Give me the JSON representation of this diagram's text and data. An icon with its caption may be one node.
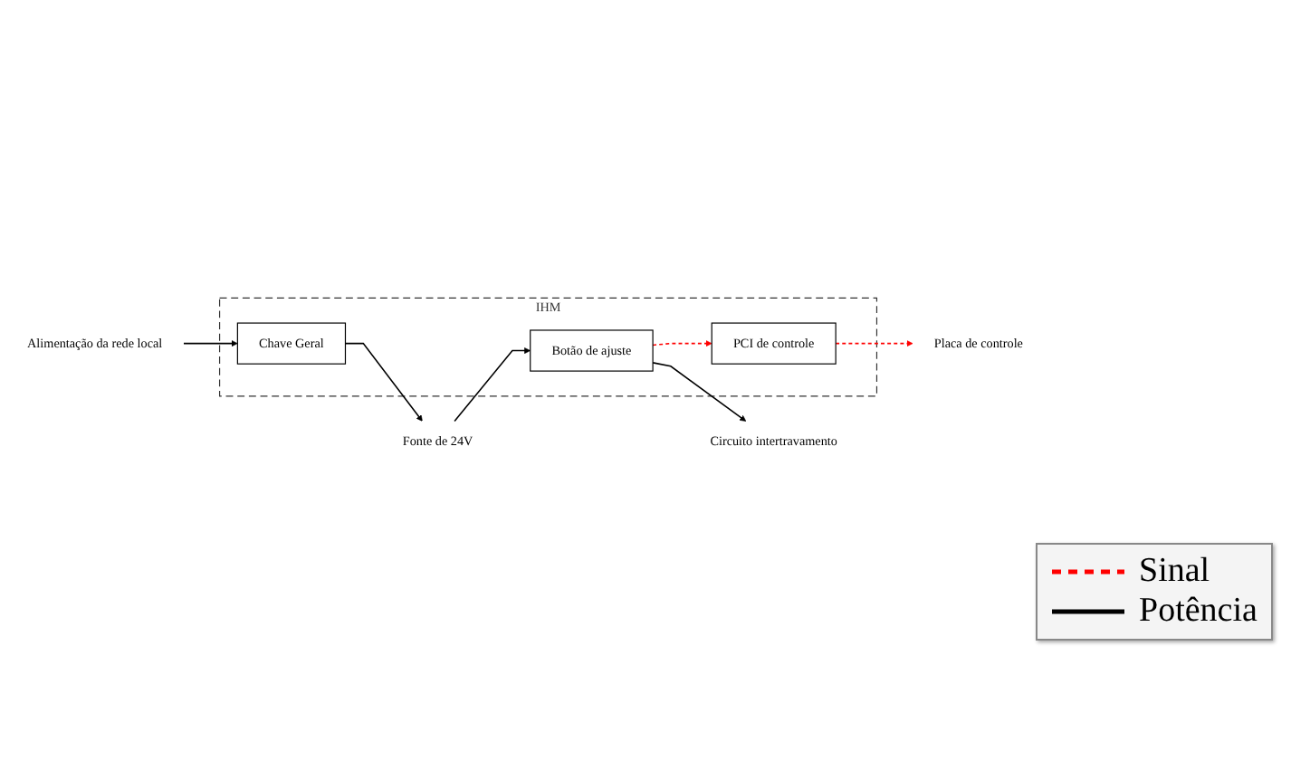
{
  "diagram": {
    "nodes": [
      {
        "text": [
          "IHM"
        ]
      },
      {
        "text": [
          "Chave Geral"
        ],
        "in": 0
      },
      {
        "text": [
          "Botão de ajuste"
        ],
        "in": 0
      },
      {
        "text": [
          "PCI de controle"
        ],
        "in": 0
      },
      {
        "text": [
          "Alimentação da rede local"
        ]
      },
      {
        "text": [
          "Fonte de 24V"
        ]
      },
      {
        "text": [
          "Circuito intertravamento"
        ]
      },
      {
        "text": [
          "Placa de controle"
        ]
      }
    ],
    "edges": [
      {
        "from": 4,
        "to": 1,
        "arrow": "to"
      },
      {
        "from": 1,
        "to": 5,
        "arrow": "to"
      },
      {
        "from": 5,
        "to": 2,
        "arrow": "to"
      },
      {
        "from": 2,
        "to": 6,
        "arrow": "to"
      },
      {
        "from": 2,
        "to": 3,
        "arrow": "to",
        "style": "dashed",
        "color": "#ff0000"
      },
      {
        "from": 3,
        "to": 7,
        "arrow": "to",
        "style": "dashed",
        "color": "#ff0000"
      }
    ],
    "legend": [
      {
        "text": "Sinal"
      },
      {
        "text": "Potência"
      }
    ]
  }
}
